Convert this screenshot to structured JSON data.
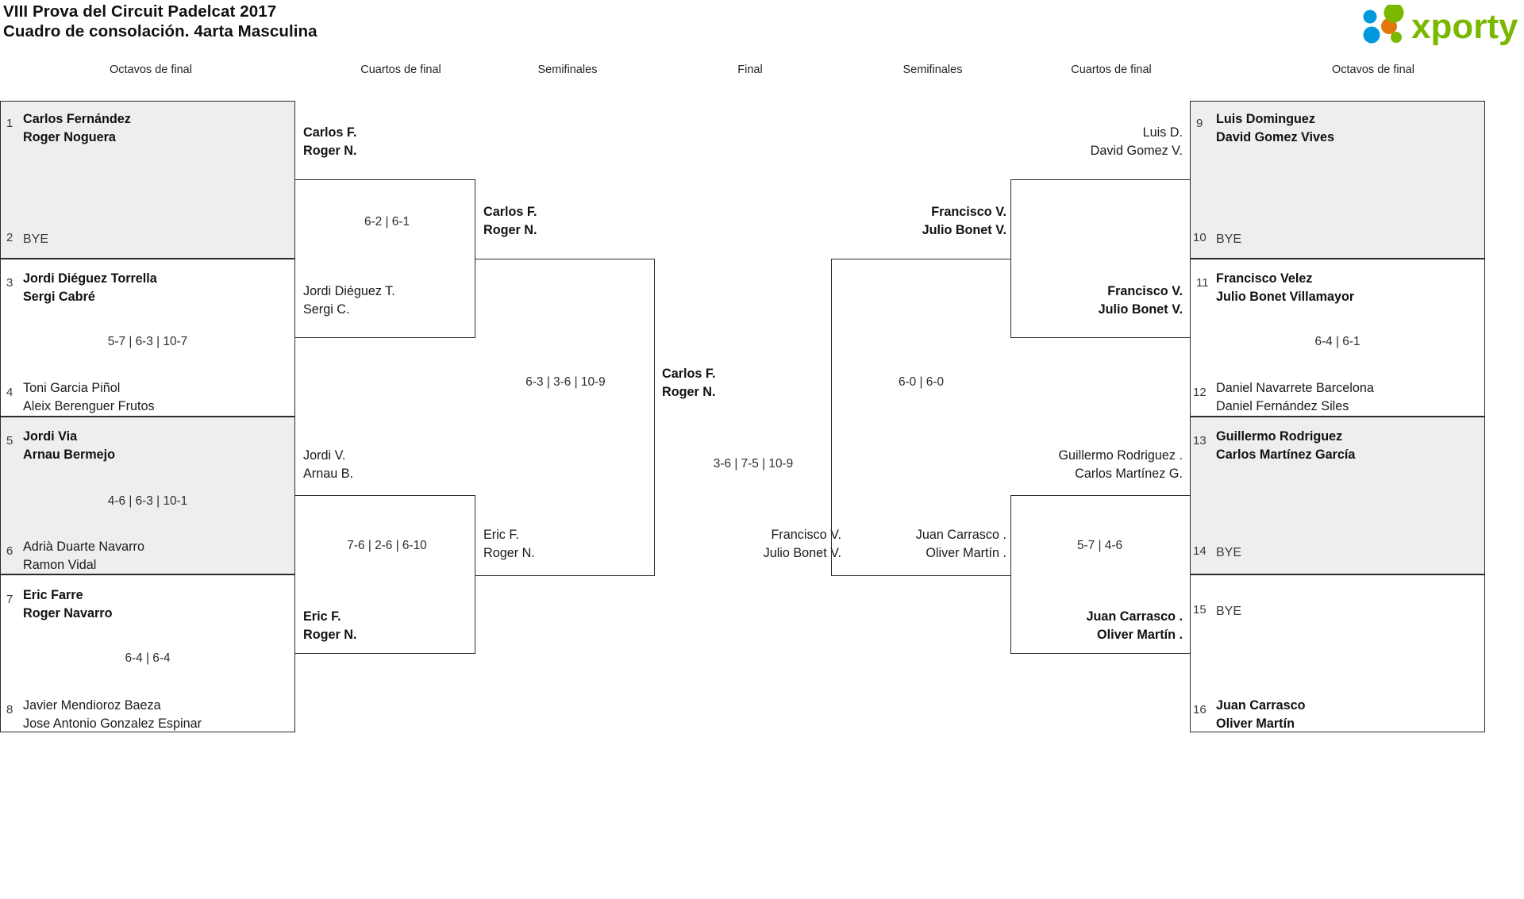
{
  "header": {
    "title_line1": "VIII Prova del Circuit Padelcat 2017",
    "title_line2": "Cuadro de consolación. 4arta Masculina",
    "logo_text": "xporty",
    "logo_colors": {
      "green": "#7ab800",
      "blue": "#0099dd",
      "orange": "#e2780c"
    }
  },
  "round_headers": {
    "left_octavos": "Octavos de final",
    "left_cuartos": "Cuartos de final",
    "left_semis": "Semifinales",
    "final": "Final",
    "right_semis": "Semifinales",
    "right_cuartos": "Cuartos de final",
    "right_octavos": "Octavos de final"
  },
  "bye_label": "BYE",
  "left": {
    "octavos": [
      {
        "seed": "1",
        "p1": "Carlos Fernández",
        "p2": "Roger Noguera",
        "winner": true,
        "bye": false,
        "shaded": true
      },
      {
        "seed": "2",
        "p1": "BYE",
        "p2": "",
        "winner": false,
        "bye": true,
        "shaded": true
      },
      {
        "seed": "3",
        "p1": "Jordi Diéguez Torrella",
        "p2": "Sergi Cabré",
        "winner": true,
        "bye": false,
        "shaded": false
      },
      {
        "seed": "4",
        "p1": "Toni Garcia Piñol",
        "p2": "Aleix Berenguer Frutos",
        "winner": false,
        "bye": false,
        "shaded": false
      },
      {
        "seed": "5",
        "p1": "Jordi Via",
        "p2": "Arnau Bermejo",
        "winner": true,
        "bye": false,
        "shaded": true
      },
      {
        "seed": "6",
        "p1": "Adrià Duarte Navarro",
        "p2": "Ramon Vidal",
        "winner": false,
        "bye": false,
        "shaded": true
      },
      {
        "seed": "7",
        "p1": "Eric Farre",
        "p2": "Roger Navarro",
        "winner": true,
        "bye": false,
        "shaded": false
      },
      {
        "seed": "8",
        "p1": "Javier Mendioroz Baeza",
        "p2": "Jose Antonio Gonzalez Espinar",
        "winner": false,
        "bye": false,
        "shaded": false
      }
    ],
    "octavos_scores": [
      "",
      "5-7 | 6-3 | 10-7",
      "4-6 | 6-3 | 10-1",
      "6-4 | 6-4"
    ],
    "cuartos": [
      {
        "p1": "Carlos F.",
        "p2": "Roger N.",
        "winner": true
      },
      {
        "p1": "Jordi Diéguez T.",
        "p2": "Sergi C.",
        "winner": false
      },
      {
        "p1": "Jordi V.",
        "p2": "Arnau B.",
        "winner": false
      },
      {
        "p1": "Eric F.",
        "p2": "Roger N.",
        "winner": true
      }
    ],
    "cuartos_scores": [
      "6-2 | 6-1",
      "7-6 | 2-6 | 6-10"
    ],
    "semis": [
      {
        "p1": "Carlos F.",
        "p2": "Roger N.",
        "winner": true
      },
      {
        "p1": "Eric F.",
        "p2": "Roger N.",
        "winner": false
      }
    ],
    "semis_score": "6-3 | 3-6 | 10-9"
  },
  "final": {
    "left_finalist": {
      "p1": "Carlos F.",
      "p2": "Roger N.",
      "winner": true
    },
    "right_finalist": {
      "p1": "Francisco V.",
      "p2": "Julio Bonet V.",
      "winner": false
    },
    "score": "3-6 | 7-5 | 10-9"
  },
  "right": {
    "semis": [
      {
        "p1": "Francisco V.",
        "p2": "Julio Bonet V.",
        "winner": true
      },
      {
        "p1": "Juan Carrasco .",
        "p2": "Oliver Martín .",
        "winner": false
      }
    ],
    "semis_score": "6-0 | 6-0",
    "cuartos": [
      {
        "p1": "Luis D.",
        "p2": "David Gomez V.",
        "winner": false
      },
      {
        "p1": "Francisco V.",
        "p2": "Julio Bonet V.",
        "winner": true
      },
      {
        "p1": "Guillermo Rodriguez .",
        "p2": "Carlos Martínez G.",
        "winner": false
      },
      {
        "p1": "Juan Carrasco .",
        "p2": "Oliver Martín .",
        "winner": true
      }
    ],
    "cuartos_scores": [
      "",
      "5-7 | 4-6"
    ],
    "octavos": [
      {
        "seed": "9",
        "p1": "Luis Dominguez",
        "p2": "David Gomez Vives",
        "winner": true,
        "bye": false,
        "shaded": true
      },
      {
        "seed": "10",
        "p1": "BYE",
        "p2": "",
        "winner": false,
        "bye": true,
        "shaded": true
      },
      {
        "seed": "11",
        "p1": "Francisco Velez",
        "p2": "Julio Bonet Villamayor",
        "winner": true,
        "bye": false,
        "shaded": false
      },
      {
        "seed": "12",
        "p1": "Daniel Navarrete Barcelona",
        "p2": "Daniel Fernández Siles",
        "winner": false,
        "bye": false,
        "shaded": false
      },
      {
        "seed": "13",
        "p1": "Guillermo Rodriguez",
        "p2": "Carlos Martínez García",
        "winner": true,
        "bye": false,
        "shaded": true
      },
      {
        "seed": "14",
        "p1": "BYE",
        "p2": "",
        "winner": false,
        "bye": true,
        "shaded": true
      },
      {
        "seed": "15",
        "p1": "BYE",
        "p2": "",
        "winner": false,
        "bye": true,
        "shaded": false
      },
      {
        "seed": "16",
        "p1": "Juan Carrasco",
        "p2": "Oliver Martín",
        "winner": true,
        "bye": false,
        "shaded": false
      }
    ],
    "octavos_scores": [
      "",
      "6-4 | 6-1",
      "",
      ""
    ]
  }
}
